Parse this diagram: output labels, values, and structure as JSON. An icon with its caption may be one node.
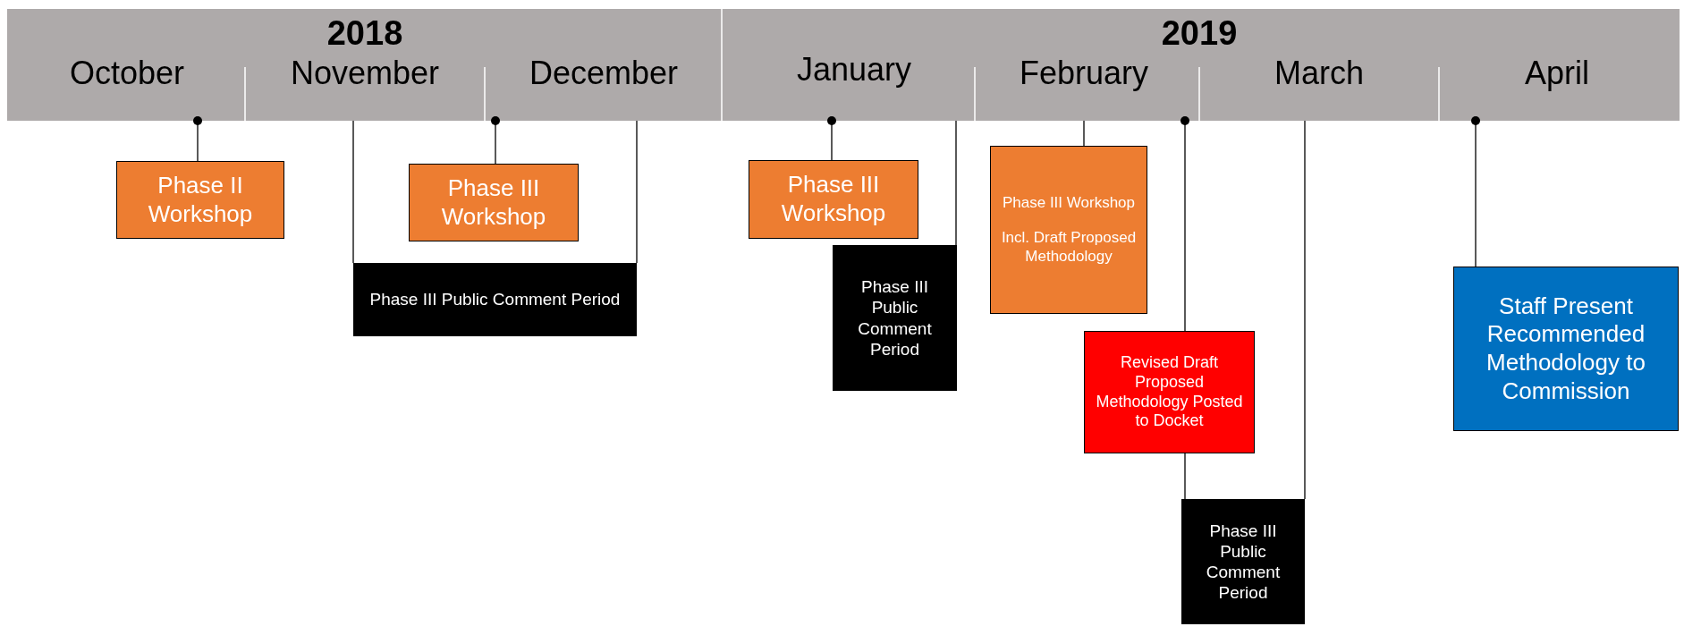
{
  "diagram": {
    "nodes": [
      {
        "text": [
          "Phase II Workshop"
        ]
      },
      {
        "text": [
          "Phase III Workshop"
        ]
      },
      {
        "text": [
          "Phase III Public Comment Period"
        ]
      },
      {
        "text": [
          "Phase III Workshop"
        ]
      },
      {
        "text": [
          "Phase III Public Comment Period"
        ]
      },
      {
        "text": [
          "Phase III Workshop",
          "Incl. Draft Proposed Methodology"
        ]
      },
      {
        "text": [
          "Revised Draft Proposed Methodology Posted to Docket"
        ]
      },
      {
        "text": [
          "Phase III Public Comment Period"
        ]
      },
      {
        "text": [
          "Staff Present Recommended Methodology to Commission"
        ]
      }
    ],
    "edges": [
      {
        "from": null,
        "to": 0,
        "arrow": "other"
      },
      {
        "from": null,
        "to": 1,
        "arrow": "other"
      },
      {
        "from": null,
        "to": 2,
        "arrow": "none"
      },
      {
        "from": null,
        "to": 2,
        "arrow": "none"
      },
      {
        "from": null,
        "to": 3,
        "arrow": "other"
      },
      {
        "from": null,
        "to": 4,
        "arrow": "none"
      },
      {
        "from": null,
        "to": 5,
        "arrow": "none"
      },
      {
        "from": null,
        "to": 6,
        "arrow": "other"
      },
      {
        "from": 6,
        "to": 7,
        "arrow": "none"
      },
      {
        "from": null,
        "to": 7,
        "arrow": "none"
      },
      {
        "from": null,
        "to": 8,
        "arrow": "other"
      }
    ],
    "labels": [
      "2018",
      "2019",
      "October",
      "November",
      "December",
      "January",
      "February",
      "March",
      "April"
    ]
  }
}
